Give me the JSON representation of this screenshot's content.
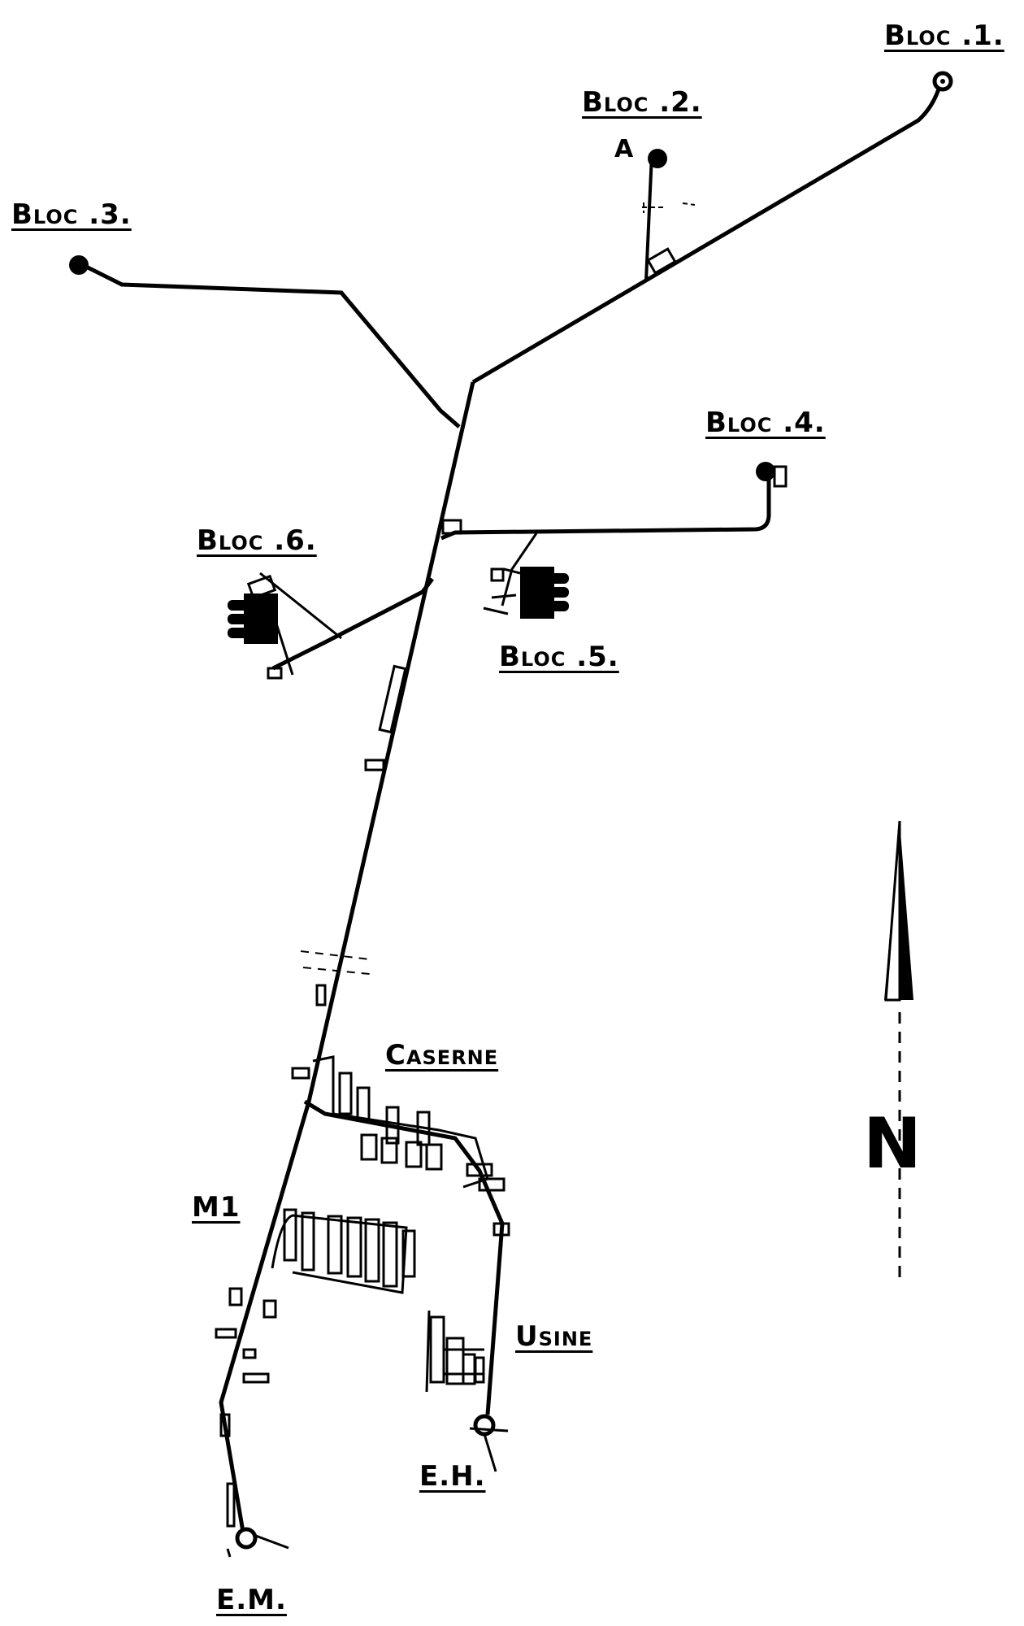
{
  "labels": {
    "bloc1": "Bloc .1.",
    "bloc2": "Bloc .2.",
    "bloc3": "Bloc .3.",
    "bloc4": "Bloc .4.",
    "bloc5": "Bloc .5.",
    "bloc6": "Bloc .6.",
    "caserne": "Caserne",
    "m1": "M1",
    "usine": "Usine",
    "eh": "E.H.",
    "em": "E.M.",
    "bloc2_marker": "A"
  },
  "compass": {
    "letter": "N"
  },
  "colors": {
    "ink": "#000000",
    "paper": "#ffffff"
  }
}
